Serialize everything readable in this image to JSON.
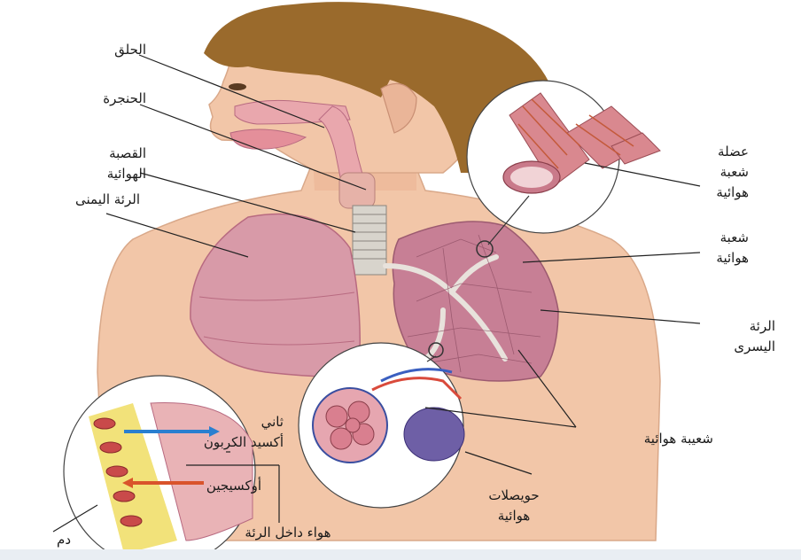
{
  "labels": {
    "throat": "الحلق",
    "larynx": "الحنجرة",
    "trachea_line1": "القصبة",
    "trachea_line2": "الهوائية",
    "right_lung": "الرئة اليمنى",
    "bronchus_muscle_line1": "عضلة",
    "bronchus_muscle_line2": "شعبة",
    "bronchus_muscle_line3": "هوائية",
    "bronchus_line1": "شعبة",
    "bronchus_line2": "هوائية",
    "left_lung_line1": "الرئة",
    "left_lung_line2": "اليسرى",
    "bronchiole": "شعيبة هوائية",
    "alveoli_line1": "حويصلات",
    "alveoli_line2": "هوائية",
    "co2_line1": "ثاني",
    "co2_line2": "أكسيد الكربون",
    "oxygen": "أوكسيجين",
    "air_in_lung": "هواء داخل الرئة",
    "blood": "دم"
  },
  "colors": {
    "skin": "#f2c6a8",
    "hair": "#9a6a2c",
    "lung": "#d89aa8",
    "lung_dark": "#b86a80",
    "airway": "#e9a7ad",
    "leader_line": "#222222",
    "co2_arrow": "#2a7fd0",
    "o2_arrow": "#d9532b"
  }
}
